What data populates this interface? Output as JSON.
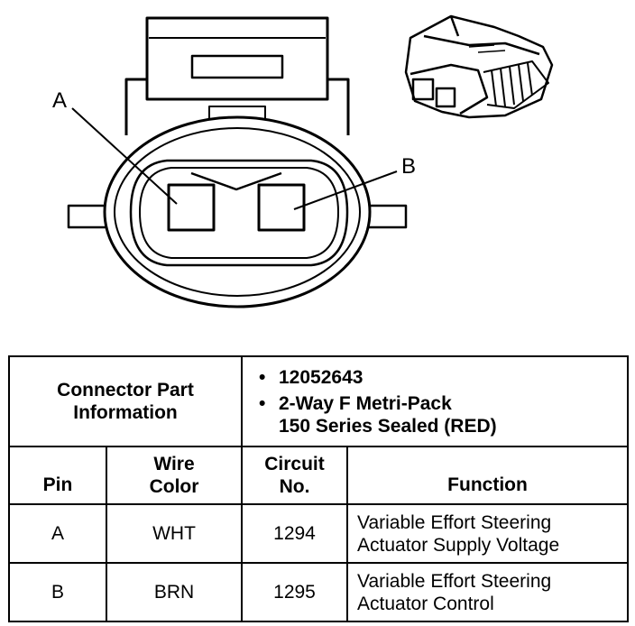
{
  "callouts": {
    "a": "A",
    "b": "B"
  },
  "connector_info": {
    "label_line1": "Connector Part",
    "label_line2": "Information",
    "part_number": "12052643",
    "description_line1": "2-Way F Metri-Pack",
    "description_line2": "150 Series Sealed (RED)",
    "bullet": "•"
  },
  "columns": {
    "pin": "Pin",
    "wire_color_line1": "Wire",
    "wire_color_line2": "Color",
    "circuit_line1": "Circuit",
    "circuit_line2": "No.",
    "function": "Function"
  },
  "rows": [
    {
      "pin": "A",
      "wire_color": "WHT",
      "circuit": "1294",
      "function_line1": "Variable Effort Steering",
      "function_line2": "Actuator Supply Voltage"
    },
    {
      "pin": "B",
      "wire_color": "BRN",
      "circuit": "1295",
      "function_line1": "Variable Effort Steering",
      "function_line2": "Actuator Control"
    }
  ]
}
